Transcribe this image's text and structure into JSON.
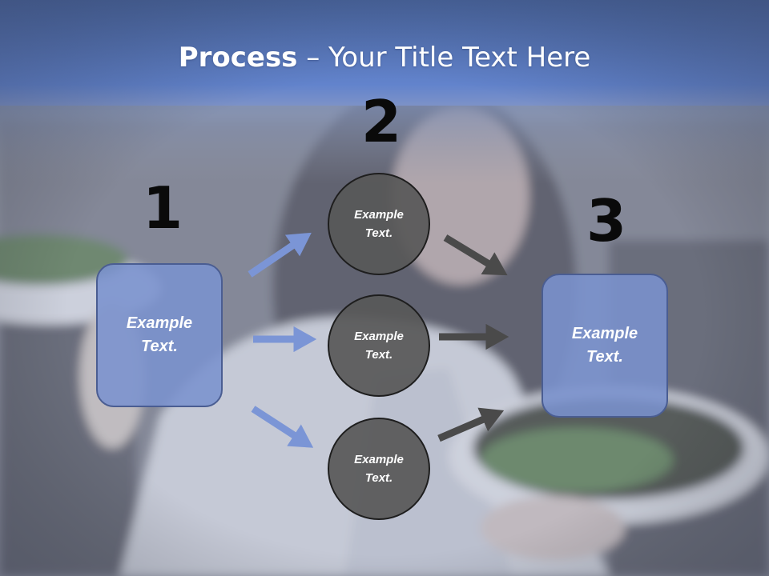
{
  "title": {
    "bold": "Process",
    "rest": " – Your Title Text Here"
  },
  "steps": [
    {
      "number": "1",
      "label": "Example\nText."
    },
    {
      "number": "2",
      "label": "Example\nText."
    },
    {
      "number": "3",
      "label": "Example\nText."
    }
  ],
  "middle_nodes": [
    {
      "label": "Example\nText."
    },
    {
      "label": "Example\nText."
    },
    {
      "label": "Example\nText."
    }
  ],
  "colors": {
    "box_fill": "#7a92ce",
    "circle_fill": "#585858",
    "blue_arrow": "#7b95d6",
    "gray_arrow": "#4a4a4a",
    "title_band": "#5b7ccb"
  }
}
